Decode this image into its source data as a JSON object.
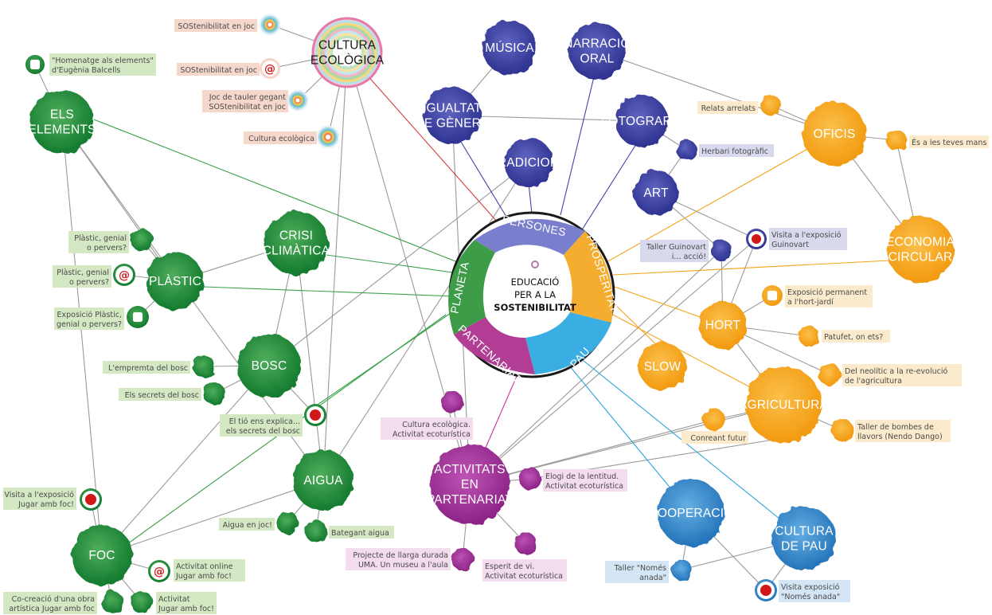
{
  "center": {
    "line1": "EDUCACIÓ",
    "line2": "PER A LA",
    "line3": "SOSTENIBILITAT"
  },
  "ring": {
    "persones": "PERSONES",
    "prosperitat": "PROSPERITAT",
    "pau": "PAU",
    "partenariat": "PARTENARIAT",
    "planeta": "PLANETA"
  },
  "colors": {
    "blue": "#3f43a3",
    "green": "#1f8a3a",
    "orange": "#f5a31a",
    "magenta": "#a0329a",
    "sky": "#2e83c8",
    "prosperitat": "#f4ad2f",
    "pau": "#3aaee2",
    "partenariat": "#b23d94",
    "planeta": "#3e9c49",
    "persones": "#6e74c8"
  },
  "hubs": {
    "cultura_ecologica": [
      "CULTURA",
      "ECOLÒGICA"
    ],
    "musica": [
      "MÚSICA"
    ],
    "narracio_oral": [
      "NARRACIÓ",
      "ORAL"
    ],
    "igualtat": [
      "IGUALTAT",
      "DE GÈNERE"
    ],
    "fotografia": [
      "FOTOGRAFIA"
    ],
    "tradicions": [
      "TRADICIONS"
    ],
    "art": [
      "ART"
    ],
    "els_elements": [
      "ELS",
      "ELEMENTS"
    ],
    "crisi": [
      "CRISI",
      "CLIMÀTICA"
    ],
    "plastic": [
      "PLÀSTIC"
    ],
    "bosc": [
      "BOSC"
    ],
    "aigua": [
      "AIGUA"
    ],
    "foc": [
      "FOC"
    ],
    "activitats": [
      "ACTIVITATS",
      "EN",
      "PARTENARIAT"
    ],
    "oficis": [
      "OFICIS"
    ],
    "economia": [
      "ECONOMIA",
      "CIRCULAR"
    ],
    "hort": [
      "HORT"
    ],
    "slow": [
      "SLOW"
    ],
    "agricultura": [
      "AGRICULTURA"
    ],
    "cooperacio": [
      "COOPERACIÓ"
    ],
    "cultura_pau": [
      "CULTURA",
      "DE PAU"
    ]
  },
  "labels": {
    "sos1": [
      "SOStenibilitat en joc"
    ],
    "sos2": [
      "SOStenibilitat en joc"
    ],
    "joc_tauler": [
      "Joc de tauler gegant",
      "SOStenibilitat en joc"
    ],
    "cultura_eco_lbl": [
      "Cultura ecològica"
    ],
    "homenatge": [
      "\"Homenatge als elements\"",
      "d'Eugènia Balcells"
    ],
    "plastic1": [
      "Plàstic, genial",
      "o pervers?"
    ],
    "plastic2": [
      "Plàstic, genial",
      "o pervers?"
    ],
    "exposicio_plastic": [
      "Exposició Plàstic,",
      "genial o pervers?"
    ],
    "empremta": [
      "L'empremta del bosc"
    ],
    "secrets": [
      "Els secrets del bosc"
    ],
    "tio": [
      "El tió ens explica...",
      "els secrets del bosc"
    ],
    "cultura_eco_act": [
      "Cultura ecològica.",
      "Activitat ecoturística"
    ],
    "visita_foc": [
      "Visita a l'exposició",
      "Jugar amb foc!"
    ],
    "aigua_joc": [
      "Aigua en joc!"
    ],
    "bategant": [
      "Bategant aigua"
    ],
    "activitat_online": [
      "Activitat online",
      "Jugar amb foc!"
    ],
    "cocreacio": [
      "Co-creació d'una obra",
      "artística Jugar amb foc"
    ],
    "activitat_foc": [
      "Activitat",
      "Jugar amb foc!"
    ],
    "projecte": [
      "Projecte de llarga durada",
      "UMA. Un museu a l'aula"
    ],
    "esperit": [
      "Esperit de vi.",
      "Activitat ecoturística"
    ],
    "elogi": [
      "Elogi de la lentitud.",
      "Activitat ecoturística"
    ],
    "herbari": [
      "Herbari fotogràfic"
    ],
    "taller_guinovart": [
      "Taller Guinovart",
      "i... acció!"
    ],
    "visita_guinovart": [
      "Visita a l'exposició",
      "Guinovart"
    ],
    "relats": [
      "Relats arrelats"
    ],
    "es_mans": [
      "És a les teves mans"
    ],
    "exposicio_hort": [
      "Exposició permanent",
      "a l'hort-jardí"
    ],
    "patufet": [
      "Patufet, on ets?"
    ],
    "neolitic": [
      "Del neolític a la re-evolució",
      "de l'agricultura"
    ],
    "bombes": [
      "Taller de bombes de",
      "llavors (Nendo Dango)"
    ],
    "conreant": [
      "Conreant futur"
    ],
    "taller_nomes": [
      "Taller \"Només",
      "anada\""
    ],
    "visita_nomes": [
      "Visita exposició",
      "\"Només anada\""
    ]
  }
}
